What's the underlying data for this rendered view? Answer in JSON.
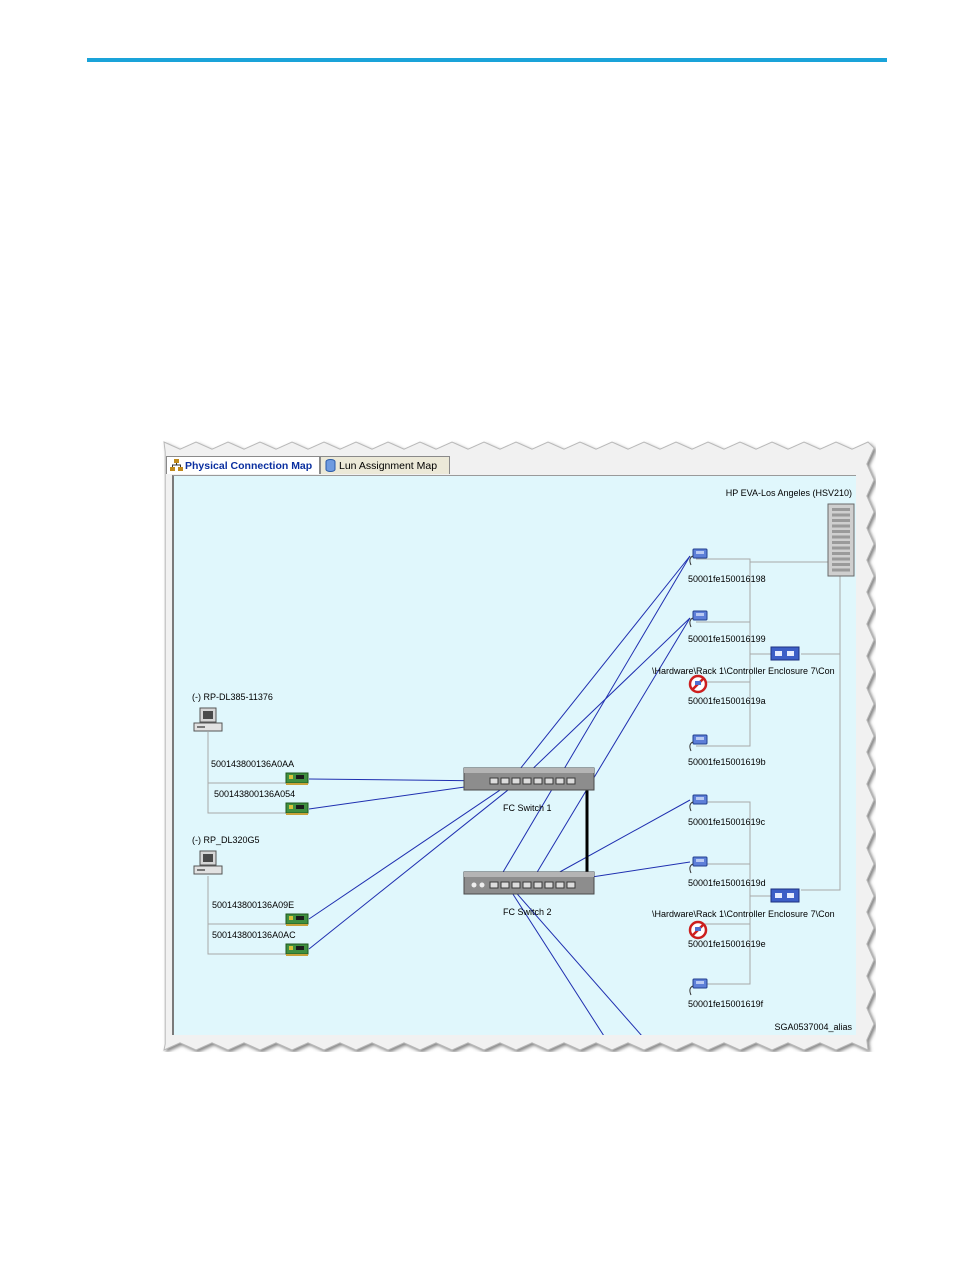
{
  "tabs": [
    {
      "label": "Physical Connection Map",
      "icon": "network-map-icon",
      "active": true
    },
    {
      "label": "Lun Assignment Map",
      "icon": "database-icon",
      "active": false
    }
  ],
  "storage": {
    "array_label": "HP EVA-Los Angeles (HSV210)",
    "controller_1_label": "\\Hardware\\Rack 1\\Controller Enclosure 7\\Con",
    "controller_2_label": "\\Hardware\\Rack 1\\Controller Enclosure 7\\Con",
    "ports": [
      {
        "wwn": "50001fe150016198",
        "status": "ok"
      },
      {
        "wwn": "50001fe150016199",
        "status": "ok"
      },
      {
        "wwn": "50001fe15001619a",
        "status": "disconnected"
      },
      {
        "wwn": "50001fe15001619b",
        "status": "ok"
      },
      {
        "wwn": "50001fe15001619c",
        "status": "ok"
      },
      {
        "wwn": "50001fe15001619d",
        "status": "ok"
      },
      {
        "wwn": "50001fe15001619e",
        "status": "disconnected"
      },
      {
        "wwn": "50001fe15001619f",
        "status": "ok"
      }
    ]
  },
  "hosts": [
    {
      "name": "(-) RP-DL385-11376",
      "hbas": [
        "500143800136A0AA",
        "500143800136A054"
      ]
    },
    {
      "name": "(-) RP_DL320G5",
      "hbas": [
        "500143800136A09E",
        "500143800136A0AC"
      ]
    }
  ],
  "switches": [
    {
      "label": "FC Switch 1"
    },
    {
      "label": "FC Switch 2"
    }
  ],
  "footer_label": "SGA0537004_alias",
  "colors": {
    "accent_rule": "#1aa3d9",
    "canvas_bg": "#e0f7fc",
    "link": "#1f2fb0"
  }
}
